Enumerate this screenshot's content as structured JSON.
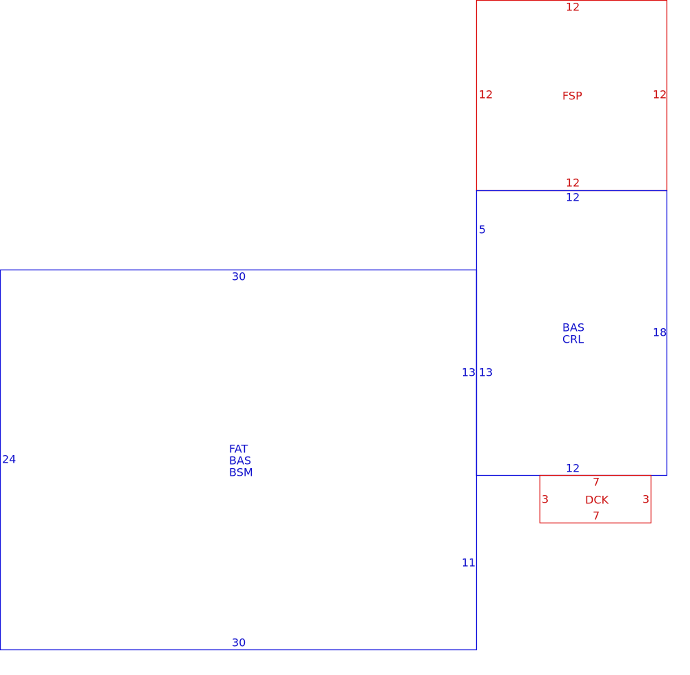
{
  "areas": {
    "main": {
      "codes": [
        "FAT",
        "BAS",
        "BSM"
      ],
      "dims": {
        "top": "30",
        "bottom": "30",
        "left": "24",
        "right_upper": "13",
        "right_lower": "11"
      }
    },
    "crawl": {
      "codes": [
        "BAS",
        "CRL"
      ],
      "dims": {
        "top": "12",
        "bottom": "12",
        "right": "18",
        "left_upper": "5",
        "left_lower": "13"
      }
    },
    "porch": {
      "code": "FSP",
      "dims": {
        "top": "12",
        "bottom": "12",
        "left": "12",
        "right": "12"
      }
    },
    "deck": {
      "code": "DCK",
      "dims": {
        "top": "7",
        "bottom": "7",
        "left": "3",
        "right": "3"
      }
    }
  },
  "colors": {
    "living_area": "#1010dd",
    "other_area": "#dd1111"
  }
}
